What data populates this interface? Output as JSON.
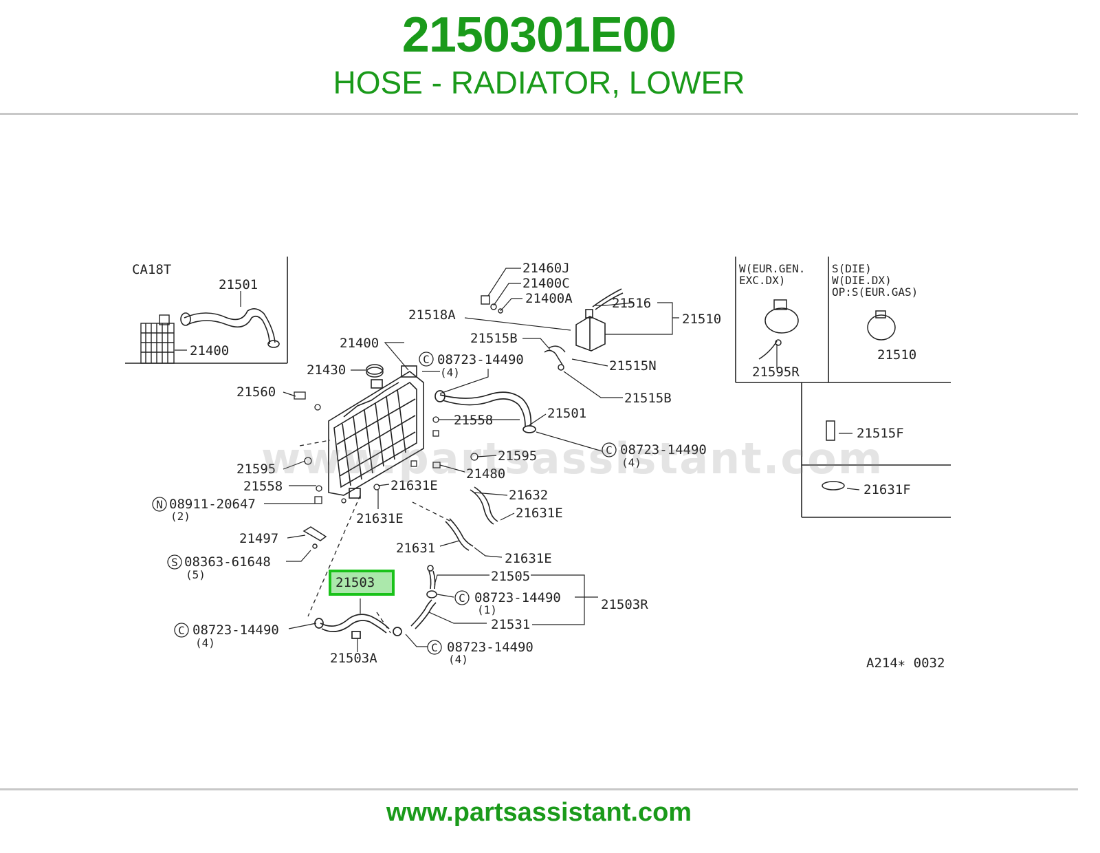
{
  "header": {
    "part_number": "2150301E00",
    "description": "HOSE - RADIATOR, LOWER"
  },
  "footer": {
    "url": "www.partsassistant.com"
  },
  "watermark": "www.partsassistant.com",
  "colors": {
    "accent": "#1a9a1a",
    "highlight_fill": "#8fe08f",
    "highlight_border": "#19c219"
  },
  "diagram": {
    "inset_engine": "CA18T",
    "figure_code": "A214∗ 0032",
    "highlighted_part": "21503",
    "notes": {
      "w_line1": "W(EUR.GEN.",
      "w_line2": "EXC.DX)",
      "s_line1": "S(DIE)",
      "s_line2": "W(DIE.DX)",
      "s_line3": "OP:S(EUR.GAS)"
    },
    "labels": {
      "p21501_inset": "21501",
      "p21400_inset": "21400",
      "p21460j": "21460J",
      "p21400c": "21400C",
      "p21400a": "21400A",
      "p21518a": "21518A",
      "p21516": "21516",
      "p21510": "21510",
      "p21515b_top": "21515B",
      "p21515n": "21515N",
      "p21515b_bot": "21515B",
      "p21400": "21400",
      "p21430": "21430",
      "c08723_a": "08723-14490",
      "qty4_a": "(4)",
      "p21560": "21560",
      "p21501": "21501",
      "p21558_r": "21558",
      "c08723_b": "08723-14490",
      "qty4_b": "(4)",
      "p21595_r": "21595",
      "p21480": "21480",
      "p21595_l": "21595",
      "p21558_l": "21558",
      "p21631e_a": "21631E",
      "n08911": "08911-20647",
      "qty2": "(2)",
      "p21632": "21632",
      "p21631e_b": "21631E",
      "p21631e_c": "21631E",
      "p21497": "21497",
      "p21631": "21631",
      "p21631e_d": "21631E",
      "s08363": "08363-61648",
      "qty5": "(5)",
      "p21505": "21505",
      "c08723_c": "08723-14490",
      "qty1": "(1)",
      "p21503r": "21503R",
      "p21531": "21531",
      "c08723_d": "08723-14490",
      "qty4_d": "(4)",
      "c08723_e": "08723-14490",
      "qty4_e": "(4)",
      "p21503a": "21503A",
      "p21595r": "21595R",
      "p21510_opt": "21510",
      "p21515f": "21515F",
      "p21631f": "21631F"
    },
    "circle_marks": {
      "c": "C",
      "n": "N",
      "s": "S"
    }
  }
}
